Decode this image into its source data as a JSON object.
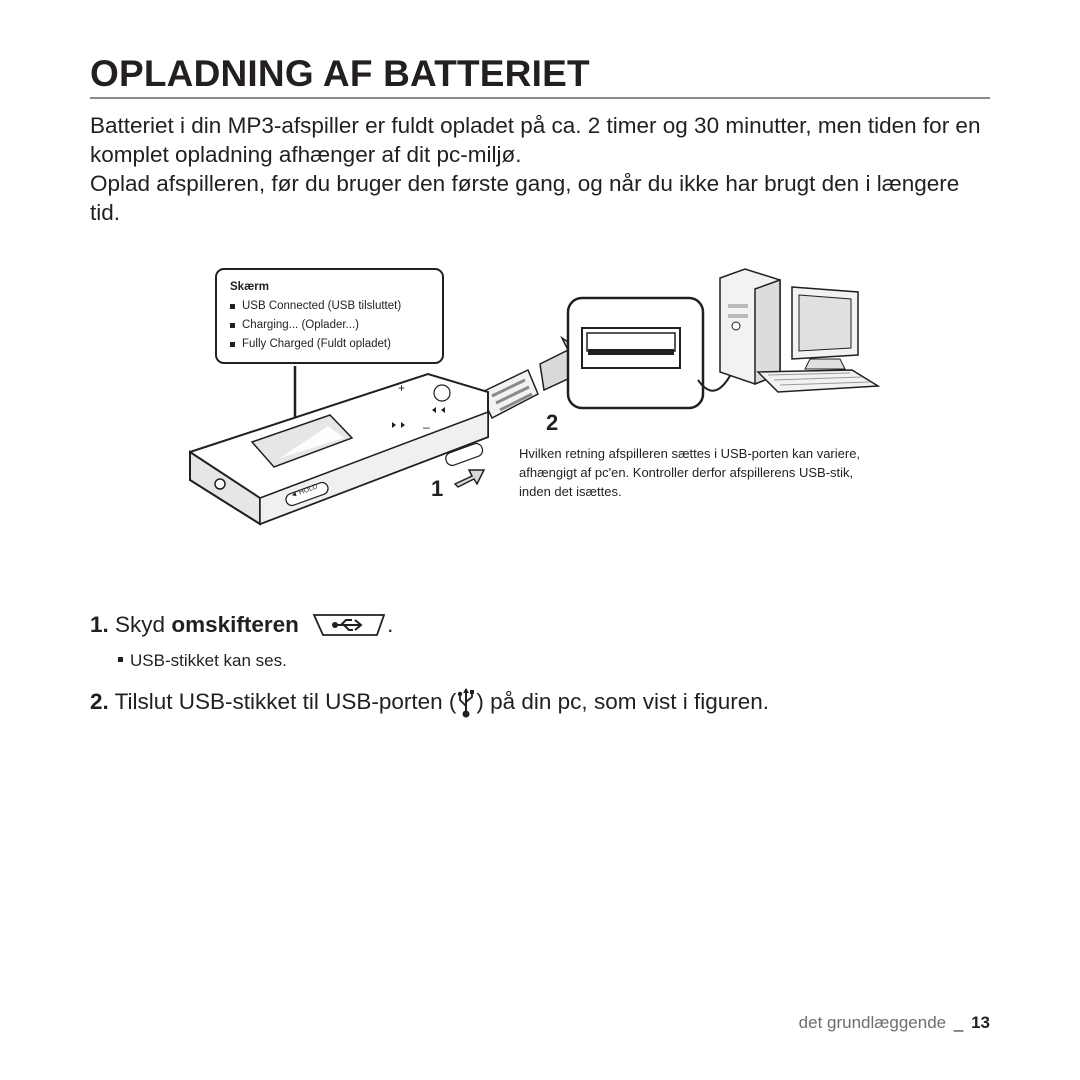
{
  "title": "OPLADNING AF BATTERIET",
  "intro": [
    "Batteriet i din MP3-afspiller er fuldt opladet på ca. 2 timer og 30 minutter, men tiden for en komplet opladning afhænger af dit pc-miljø.",
    "Oplad afspilleren, før du bruger den første gang, og når du ikke har brugt den i længere tid."
  ],
  "figure": {
    "screen_box": {
      "title": "Skærm",
      "items": [
        "USB Connected (USB tilsluttet)",
        "Charging... (Oplader...)",
        "Fully Charged (Fuldt opladet)"
      ]
    },
    "device_labels": {
      "plus": "+",
      "minus": "–",
      "hold": "◄ HOLD"
    },
    "step_markers": {
      "one": "1",
      "two": "2"
    },
    "note": "Hvilken retning afspilleren sættes i USB-porten kan variere, afhængigt af pc'en. Kontroller derfor afspillerens USB-stik, inden det isættes."
  },
  "steps": {
    "one": {
      "number": "1.",
      "text_before": "Skyd",
      "bold_text": "omskifteren",
      "text_after": ".",
      "icon": "usb-switch-icon"
    },
    "one_sub": "USB-stikket kan ses.",
    "two": {
      "number": "2.",
      "text_before": "Tilslut USB-stikket til USB-porten (",
      "text_after": ") på din pc, som vist i figuren.",
      "icon": "usb-port-icon"
    }
  },
  "footer": {
    "section": "det grundlæggende",
    "separator": "_",
    "page": "13"
  }
}
